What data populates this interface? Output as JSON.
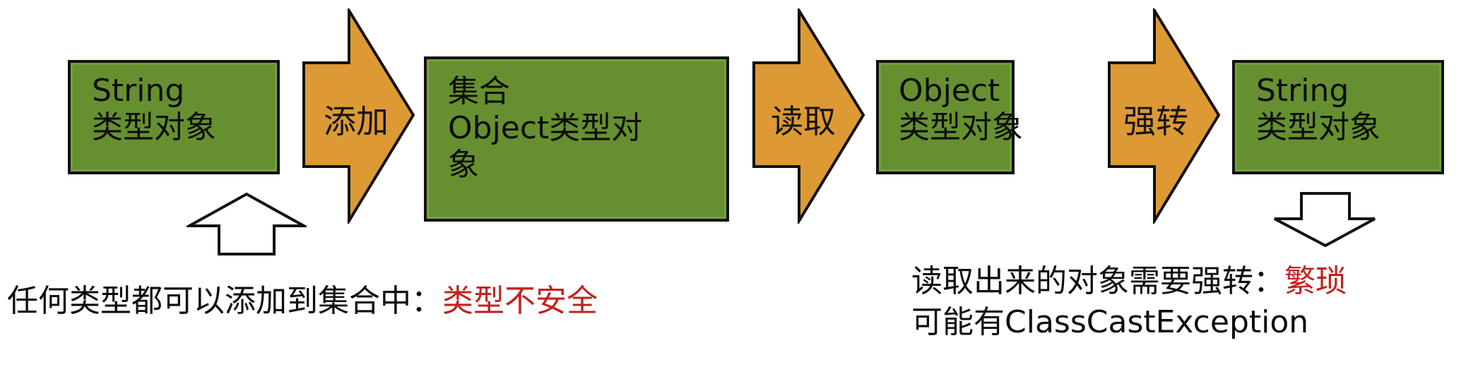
{
  "diagram": {
    "title": "Java collection without generics: type safety and casting flow",
    "colors": {
      "box_fill": "#66902f",
      "arrow_fill": "#dd9a34",
      "outline": "#111111",
      "warning_text": "#c0231f"
    },
    "boxes": [
      {
        "id": "string-object-input",
        "lines": [
          "String",
          "类型对象"
        ]
      },
      {
        "id": "collection-object",
        "lines": [
          "集合",
          "Object类型对",
          "象"
        ]
      },
      {
        "id": "object-read",
        "lines": [
          "Object",
          "类型对象"
        ]
      },
      {
        "id": "string-object-output",
        "lines": [
          "String",
          "类型对象"
        ]
      }
    ],
    "arrows": [
      {
        "id": "add",
        "label": "添加"
      },
      {
        "id": "read",
        "label": "读取"
      },
      {
        "id": "cast",
        "label": "强转"
      }
    ],
    "hollow_arrows": [
      {
        "id": "up-arrow",
        "direction": "up"
      },
      {
        "id": "down-arrow",
        "direction": "down"
      }
    ],
    "notes": {
      "left": {
        "text": "任何类型都可以添加到集合中：",
        "emphasis": "类型不安全"
      },
      "right": {
        "line1_text": "读取出来的对象需要强转：",
        "line1_emphasis": "繁琐",
        "line2_text": "可能有ClassCastException"
      }
    }
  }
}
